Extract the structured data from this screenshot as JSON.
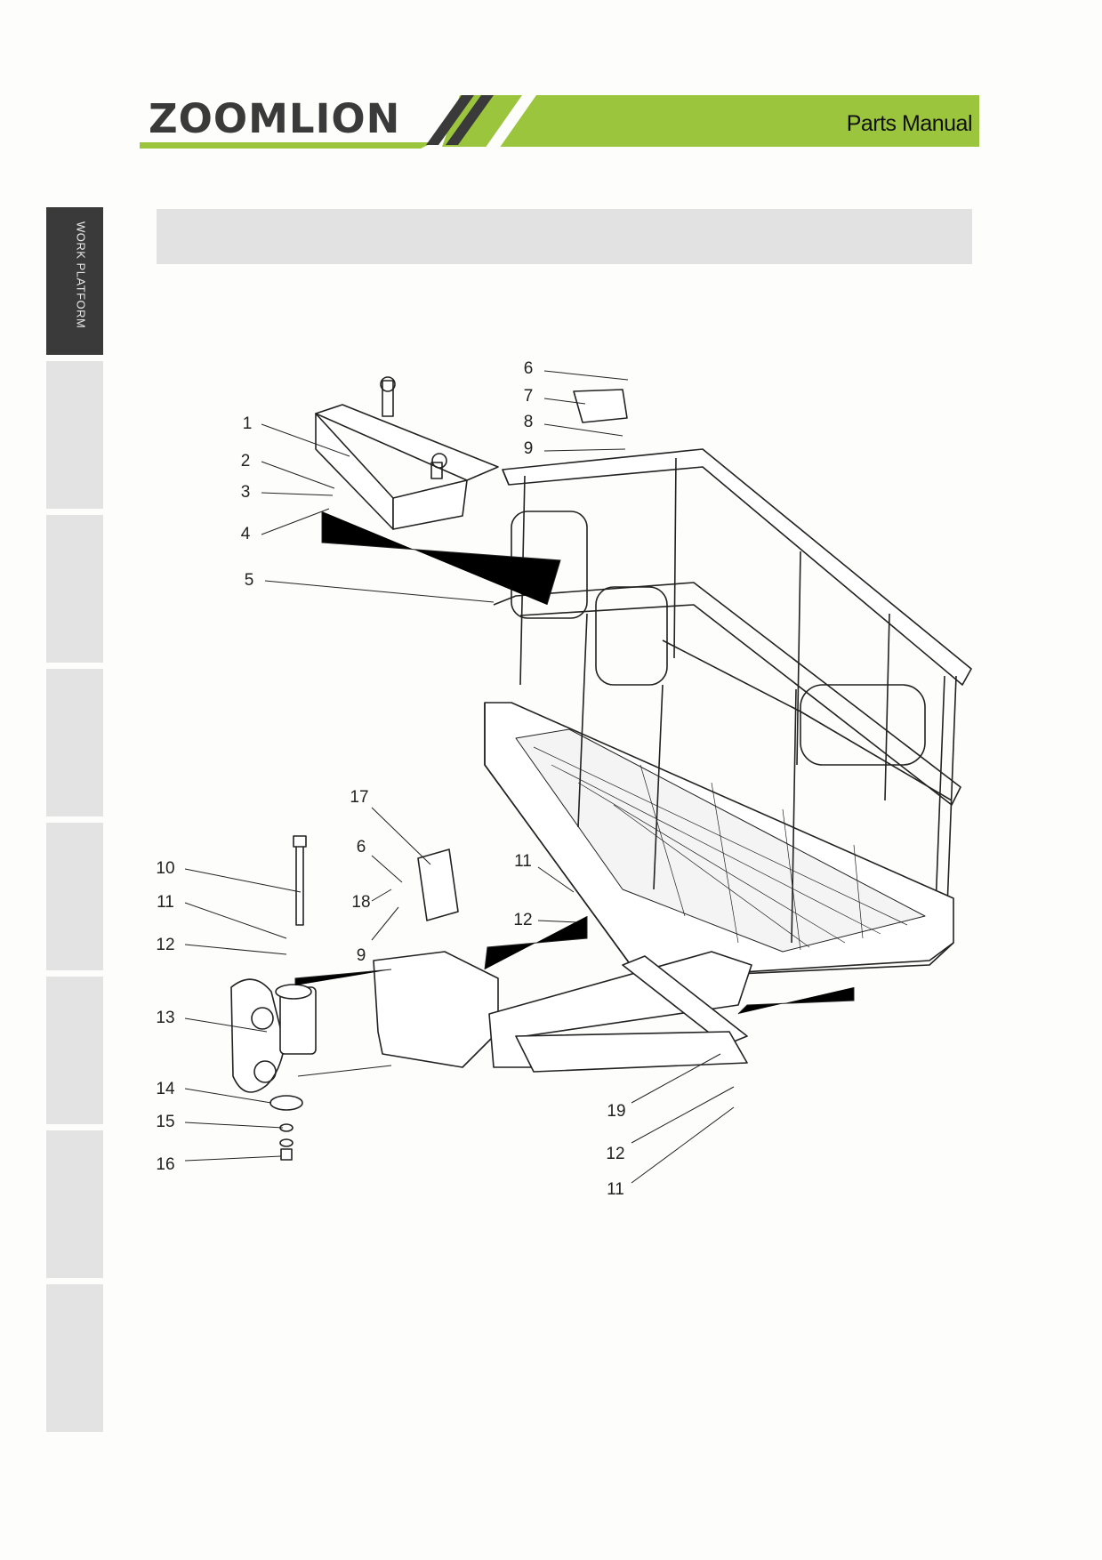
{
  "header": {
    "brand": "ZOOMLION",
    "title": "Parts Manual",
    "accent_color": "#9bc53d",
    "dark_stripe_color": "#3a3a3a"
  },
  "sidebar": {
    "tabs": [
      {
        "label": "WORK PLATFORM",
        "active": true
      },
      {
        "label": "",
        "active": false
      },
      {
        "label": "",
        "active": false
      },
      {
        "label": "",
        "active": false
      },
      {
        "label": "",
        "active": false
      },
      {
        "label": "",
        "active": false
      },
      {
        "label": "",
        "active": false
      },
      {
        "label": "",
        "active": false
      }
    ]
  },
  "section": {
    "title": ""
  },
  "diagram": {
    "callouts": [
      "1",
      "2",
      "3",
      "4",
      "5",
      "6",
      "7",
      "8",
      "9",
      "10",
      "11",
      "12",
      "13",
      "14",
      "15",
      "16",
      "17",
      "6",
      "18",
      "9",
      "11",
      "12",
      "19",
      "12",
      "11"
    ]
  }
}
